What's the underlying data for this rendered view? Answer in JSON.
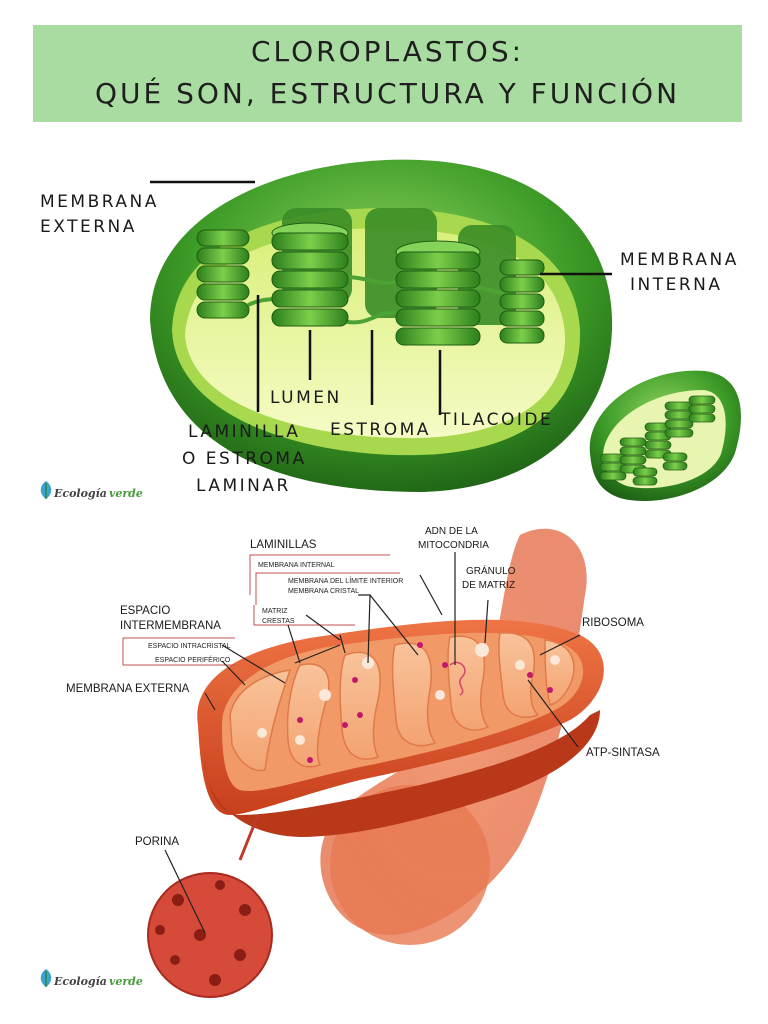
{
  "header": {
    "title_line1": "CLOROPLASTOS:",
    "title_line2": "QUÉ SON, ESTRUCTURA Y FUNCIÓN",
    "background": "#a8dca0"
  },
  "chloroplast": {
    "labels": {
      "membrana_externa_1": "MEMBRANA",
      "membrana_externa_2": "EXTERNA",
      "membrana_interna_1": "MEMBRANA",
      "membrana_interna_2": "INTERNA",
      "lumen": "LUMEN",
      "estroma": "ESTROMA",
      "tilacoide": "TILACOIDE",
      "laminilla_1": "LAMINILLA",
      "laminilla_2": "O ESTROMA",
      "laminilla_3": "LAMINAR"
    },
    "colors": {
      "outer": "#2f8a22",
      "inner": "#9ed24a",
      "stroma": "#eef7a8",
      "grana": "#3a9a2a"
    }
  },
  "mitochondrion": {
    "labels": {
      "laminillas": "LAMINILLAS",
      "membrana_internal": "MEMBRANA INTERNAL",
      "membrana_limite": "MEMBRANA DEL LÍMITE INTERIOR",
      "membrana_cristal": "MEMBRANA CRISTAL",
      "matriz": "MATRIZ",
      "crestas": "CRESTAS",
      "espacio_intermembrana_1": "ESPACIO",
      "espacio_intermembrana_2": "INTERMEMBRANA",
      "espacio_intracristal": "ESPACIO INTRACRISTAL",
      "espacio_periferico": "ESPACIO PERIFÉRICO",
      "membrana_externa": "MEMBRANA EXTERNA",
      "adn_1": "ADN DE LA",
      "adn_2": "MITOCONDRIA",
      "granulo_1": "GRÁNULO",
      "granulo_2": "DE MATRIZ",
      "ribosoma": "RIBOSOMA",
      "atp": "ATP-SINTASA",
      "porina": "PORINA"
    },
    "colors": {
      "outer": "#e0552a",
      "inner": "#f7b68a",
      "bracket": "#c0504d"
    }
  },
  "logos": [
    {
      "word1": "Ecología",
      "word2": "verde"
    },
    {
      "word1": "Ecología",
      "word2": "verde"
    }
  ]
}
